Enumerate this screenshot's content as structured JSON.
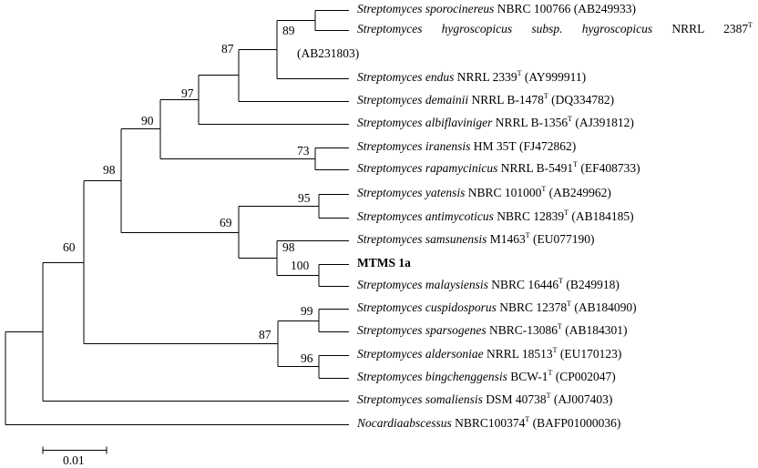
{
  "leaves": [
    {
      "italic": "Streptomyces sporocinereus",
      "strain": "NBRC 100766",
      "sup": "",
      "acc": "(AB249933)"
    },
    {
      "italic": "Streptomyces hygroscopicus subsp. hygroscopicus",
      "strain": "NRRL 2387",
      "sup": "T",
      "acc": "(AB231803)"
    },
    {
      "italic": "Streptomyces endus",
      "strain": "NRRL 2339",
      "sup": "T",
      "acc": "(AY999911)"
    },
    {
      "italic": "Streptomyces demainii",
      "strain": "NRRL B-1478",
      "sup": "T",
      "acc": "(DQ334782)"
    },
    {
      "italic": "Streptomyces albiflaviniger",
      "strain": "NRRL B-1356",
      "sup": "T",
      "acc": "(AJ391812)"
    },
    {
      "italic": "Streptomyces iranensis",
      "strain": "HM 35T",
      "sup": "",
      "acc": "(FJ472862)"
    },
    {
      "italic": "Streptomyces rapamycinicus",
      "strain": "NRRL B-5491",
      "sup": "T",
      "acc": "(EF408733)"
    },
    {
      "italic": "Streptomyces yatensis",
      "strain": "NBRC 101000",
      "sup": "T",
      "acc": "(AB249962)"
    },
    {
      "italic": "Streptomyces antimycoticus",
      "strain": "NBRC 12839",
      "sup": "T",
      "acc": "(AB184185)"
    },
    {
      "italic": "Streptomyces samsunensis",
      "strain": "M1463",
      "sup": "T",
      "acc": "(EU077190)"
    },
    {
      "bold": "MTMS 1a"
    },
    {
      "italic": "Streptomyces malaysiensis",
      "strain": "NBRC 16446",
      "sup": "T",
      "acc": "(B249918)"
    },
    {
      "italic": "Streptomyces cuspidosporus",
      "strain": "NBRC 12378",
      "sup": "T",
      "acc": "(AB184090)"
    },
    {
      "italic": "Streptomyces sparsogenes",
      "strain": "NBRC-13086",
      "sup": "T",
      "acc": "(AB184301)"
    },
    {
      "italic": "Streptomyces aldersoniae",
      "strain": "NRRL 18513",
      "sup": "T",
      "acc": "(EU170123)"
    },
    {
      "italic": "Streptomyces bingchenggensis",
      "strain": "BCW-1",
      "sup": "T",
      "acc": "(CP002047)"
    },
    {
      "italic": "Streptomyces somaliensis",
      "strain": "DSM 40738",
      "sup": "T",
      "acc": "(AJ007403)"
    },
    {
      "italic": "Nocardiaabscessus",
      "strain": "NBRC100374",
      "sup": "T",
      "acc": "(BAFP01000036)"
    }
  ],
  "bootstrap": [
    "89",
    "87",
    "97",
    "90",
    "73",
    "98",
    "95",
    "69",
    "98",
    "100",
    "99",
    "87",
    "96",
    "60"
  ],
  "scale_bar": {
    "label": "0.01"
  }
}
